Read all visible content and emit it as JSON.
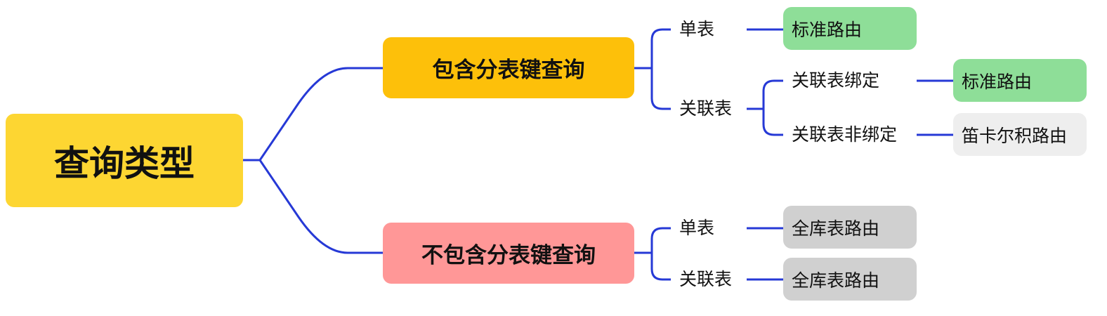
{
  "root": "查询类型",
  "branches": [
    {
      "label": "包含分表键查询",
      "children": [
        {
          "label": "单表",
          "result": "标准路由"
        },
        {
          "label": "关联表",
          "children": [
            {
              "label": "关联表绑定",
              "result": "标准路由"
            },
            {
              "label": "关联表非绑定",
              "result": "笛卡尔积路由"
            }
          ]
        }
      ]
    },
    {
      "label": "不包含分表键查询",
      "children": [
        {
          "label": "单表",
          "result": "全库表路由"
        },
        {
          "label": "关联表",
          "result": "全库表路由"
        }
      ]
    }
  ],
  "colors": {
    "line": "#2639d6",
    "root": "#fdd632",
    "branch1": "#fdc00a",
    "branch2": "#ff9797",
    "green": "#8ede98",
    "light": "#eeeeee",
    "gray": "#d0d0d0"
  }
}
